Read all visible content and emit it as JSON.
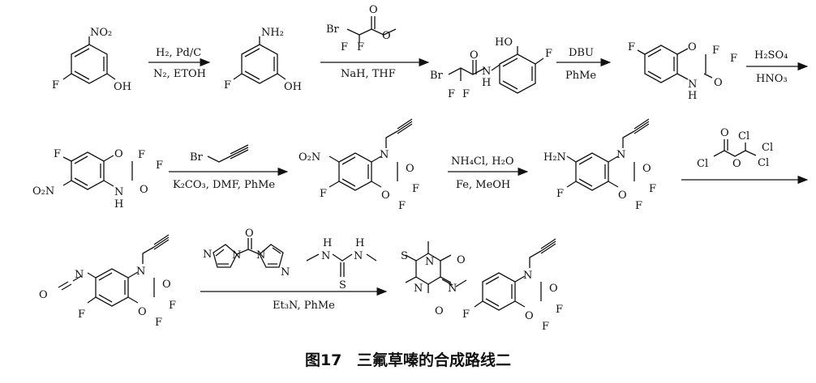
{
  "caption": {
    "figure": "图17",
    "title": "三氟草嗪的合成路线二"
  },
  "atoms": {
    "F": "F",
    "O": "O",
    "N": "N",
    "H": "H",
    "S": "S",
    "Br": "Br",
    "Cl": "Cl",
    "OH": "OH",
    "HO": "HO",
    "NO2": "NO₂",
    "O2N": "O₂N",
    "NH2": "NH₂",
    "H2N": "H₂N"
  },
  "conditions": {
    "step1_top": "H₂, Pd/C",
    "step1_bottom": "N₂, ETOH",
    "step2_bottom": "NaH, THF",
    "step3_top": "DBU",
    "step3_bottom": "PhMe",
    "step4_top": "H₂SO₄",
    "step4_bottom": "HNO₃",
    "step5_bottom": "K₂CO₃, DMF, PhMe",
    "step6_top": "NH₄Cl, H₂O",
    "step6_bottom": "Fe, MeOH",
    "step8_bottom": "Et₃N, PhMe"
  }
}
